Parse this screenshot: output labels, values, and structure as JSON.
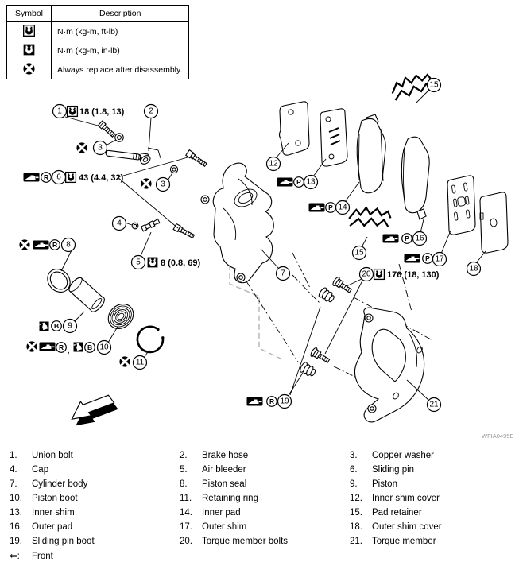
{
  "legend": {
    "headers": [
      "Symbol",
      "Description"
    ],
    "rows": [
      {
        "icon": "torque-wrench-icon",
        "desc": "N·m (kg-m, ft-lb)"
      },
      {
        "icon": "torque-wrench-filled-icon",
        "desc": "N·m (kg-m, in-lb)"
      },
      {
        "icon": "replace-icon",
        "desc": "Always replace after disassembly."
      }
    ]
  },
  "diagram": {
    "callouts": {
      "c1": "1",
      "c2": "2",
      "c3": "3",
      "c4": "4",
      "c5": "5",
      "c6": "6",
      "c7": "7",
      "c8": "8",
      "c9": "9",
      "c10": "10",
      "c11": "11",
      "c12": "12",
      "c13": "13",
      "c14": "14",
      "c15": "15",
      "c16": "16",
      "c17": "17",
      "c18": "18",
      "c19": "19",
      "c20": "20",
      "c21": "21"
    },
    "badges": {
      "r": "R",
      "b": "B",
      "p": "P"
    },
    "torques": {
      "union_bolt": "18 (1.8, 13)",
      "sliding_pin": "43 (4.4, 32)",
      "air_bleeder": "8 (0.8, 69)",
      "torque_member_bolt": "176 (18, 130)"
    },
    "comma": ",",
    "watermark": "WFIA0495E"
  },
  "parts": [
    {
      "num": "1.",
      "name": "Union bolt"
    },
    {
      "num": "2.",
      "name": "Brake hose"
    },
    {
      "num": "3.",
      "name": "Copper washer"
    },
    {
      "num": "4.",
      "name": "Cap"
    },
    {
      "num": "5.",
      "name": "Air bleeder"
    },
    {
      "num": "6.",
      "name": "Sliding pin"
    },
    {
      "num": "7.",
      "name": "Cylinder body"
    },
    {
      "num": "8.",
      "name": "Piston seal"
    },
    {
      "num": "9.",
      "name": "Piston"
    },
    {
      "num": "10.",
      "name": "Piston boot"
    },
    {
      "num": "11.",
      "name": "Retaining ring"
    },
    {
      "num": "12.",
      "name": "Inner shim cover"
    },
    {
      "num": "13.",
      "name": "Inner shim"
    },
    {
      "num": "14.",
      "name": "Inner pad"
    },
    {
      "num": "15.",
      "name": "Pad retainer"
    },
    {
      "num": "16.",
      "name": "Outer pad"
    },
    {
      "num": "17.",
      "name": "Outer shim"
    },
    {
      "num": "18.",
      "name": "Outer shim cover"
    },
    {
      "num": "19.",
      "name": "Sliding pin boot"
    },
    {
      "num": "20.",
      "name": "Torque member bolts"
    },
    {
      "num": "21.",
      "name": "Torque member"
    }
  ],
  "front": {
    "symbol": "⇐:",
    "label": "Front"
  }
}
